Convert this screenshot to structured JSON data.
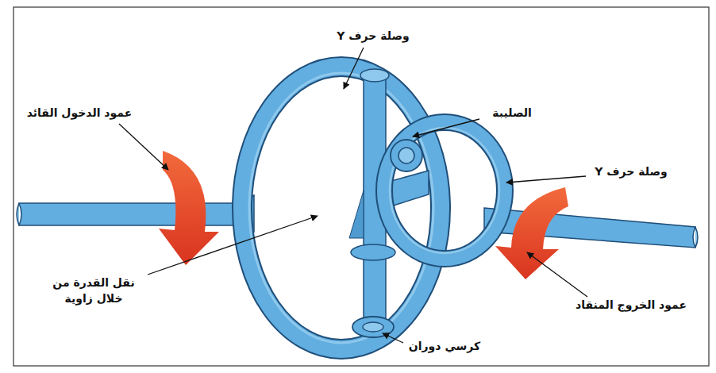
{
  "diagram": {
    "labels": [
      "وصلة حرف Y",
      "عمود الدخول القائد",
      "الصليبة",
      "وصلة حرف Y",
      "نقل القدرة من خلال زاوية",
      "عمود الخروج المنقاد",
      "كرسي دوران"
    ]
  }
}
